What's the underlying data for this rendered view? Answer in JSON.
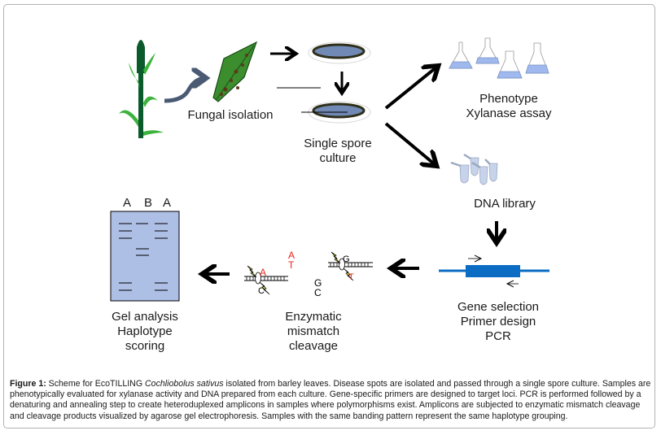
{
  "figure": {
    "steps": {
      "fungal_isolation": "Fungal isolation",
      "single_spore": [
        "Single spore",
        "culture"
      ],
      "phenotype": [
        "Phenotype",
        "Xylanase assay"
      ],
      "dna_library": "DNA library",
      "gene_selection": [
        "Gene selection",
        "Primer design",
        "PCR"
      ],
      "enzymatic": [
        "Enzymatic",
        "mismatch",
        "cleavage"
      ],
      "gel": [
        "Gel analysis",
        "Haplotype",
        "scoring"
      ]
    },
    "gel_lanes": [
      "A",
      "B",
      "A"
    ],
    "bases": {
      "left_top": "A",
      "left_top2": "T",
      "mid_g": "G",
      "mid_c": "C",
      "dup1_top": "A",
      "dup1_bot": "C",
      "dup2_top": "G",
      "dup2_bot": "T"
    },
    "colors": {
      "plant_stem": "#0b5a2c",
      "leaf": "#3cb33c",
      "dish_fill": "#7189b5",
      "dish_ring": "#2f2f1a",
      "gel_fill": "#aebfe6",
      "gene_blue": "#0a6cc2",
      "flask_liquid": "#9fb9ee",
      "mismatch_red": "#e8261a",
      "curved_arrow": "#4a5a73"
    }
  },
  "caption": {
    "label": "Figure 1:",
    "pre": " Scheme for EcoTILLING ",
    "species": "Cochliobolus sativus",
    "body": " isolated from barley leaves. Disease spots are isolated and passed through a single spore culture. Samples are phenotypically evaluated for xylanase activity and DNA prepared from each culture. Gene-specific primers are designed to target loci. PCR is performed followed by a denaturing and annealing step to create heteroduplexed amplicons in samples where polymorphisms exist. Amplicons are subjected to enzymatic mismatch cleavage and cleavage products visualized by agarose gel electrophoresis. Samples with the same banding pattern represent the same haplotype grouping."
  }
}
